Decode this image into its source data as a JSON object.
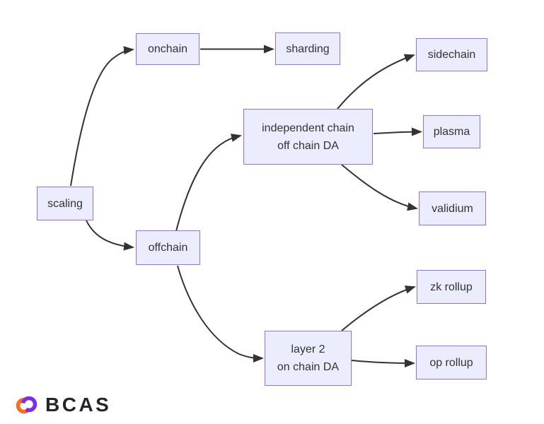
{
  "diagram": {
    "nodes": [
      {
        "id": "scaling",
        "lines": [
          "scaling"
        ]
      },
      {
        "id": "onchain",
        "lines": [
          "onchain"
        ]
      },
      {
        "id": "sharding",
        "lines": [
          "sharding"
        ]
      },
      {
        "id": "offchain",
        "lines": [
          "offchain"
        ]
      },
      {
        "id": "independent-chain",
        "lines": [
          "independent chain",
          "off chain DA"
        ]
      },
      {
        "id": "sidechain",
        "lines": [
          "sidechain"
        ]
      },
      {
        "id": "plasma",
        "lines": [
          "plasma"
        ]
      },
      {
        "id": "validium",
        "lines": [
          "validium"
        ]
      },
      {
        "id": "zk-rollup",
        "lines": [
          "zk rollup"
        ]
      },
      {
        "id": "layer-2",
        "lines": [
          "layer 2",
          "on chain DA"
        ]
      },
      {
        "id": "op-rollup",
        "lines": [
          "op rollup"
        ]
      }
    ],
    "edges": [
      {
        "from": "scaling",
        "to": "onchain"
      },
      {
        "from": "onchain",
        "to": "sharding"
      },
      {
        "from": "scaling",
        "to": "offchain"
      },
      {
        "from": "offchain",
        "to": "independent-chain"
      },
      {
        "from": "independent-chain",
        "to": "sidechain"
      },
      {
        "from": "independent-chain",
        "to": "plasma"
      },
      {
        "from": "independent-chain",
        "to": "validium"
      },
      {
        "from": "offchain",
        "to": "layer-2"
      },
      {
        "from": "layer-2",
        "to": "zk-rollup"
      },
      {
        "from": "layer-2",
        "to": "op-rollup"
      }
    ]
  },
  "branding": {
    "logo_text": "BCAS"
  },
  "colors": {
    "node_fill": "#ECECFF",
    "node_border": "#9370DB",
    "node_text": "#333333",
    "edge": "#333333",
    "logo_orange": "#F77019",
    "logo_purple": "#7A2FE6",
    "logo_text_color": "#22262B"
  }
}
